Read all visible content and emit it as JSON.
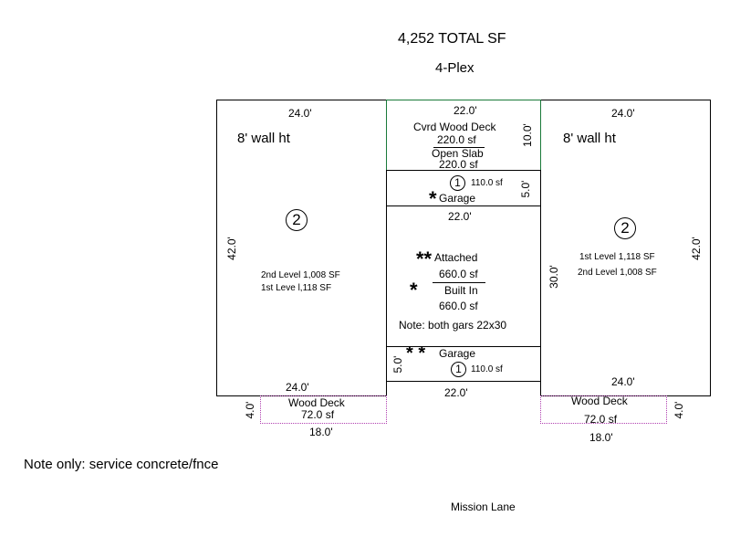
{
  "header": {
    "total": "4,252 TOTAL SF",
    "type": "4-Plex"
  },
  "left_unit": {
    "top_dim": "24.0'",
    "side_dim": "42.0'",
    "bottom_dim": "24.0'",
    "wall": "8' wall ht",
    "unit_no": "2",
    "line1": "2nd Level 1,008 SF",
    "line2": "1st Leve l,118 SF"
  },
  "right_unit": {
    "top_dim": "24.0'",
    "side_dim": "42.0'",
    "bottom_dim": "24.0'",
    "wall": "8' wall ht",
    "unit_no": "2",
    "line1": "1st Level 1,118 SF",
    "line2": "2nd Level 1,008 SF"
  },
  "center": {
    "top_dim": "22.0'",
    "deck_label": "Cvrd Wood Deck",
    "deck_area": "220.0 sf",
    "slab_label": "Open Slab",
    "slab_area": "220.0 sf",
    "deck_side_dim": "10.0'",
    "upper_strip": {
      "unit_no": "1",
      "area": "110.0 sf",
      "asterisk": "*",
      "label": "Garage",
      "side_dim": "5.0'"
    },
    "mid_dim": "22.0'",
    "side_dim": "30.0'",
    "garage_asterisks1": "**",
    "attached": "Attached",
    "area1": "660.0 sf",
    "garage_asterisks2": "*",
    "built_in": "Built In",
    "area2": "660.0 sf",
    "note": "Note: both gars 22x30",
    "lower_strip": {
      "asterisks": "* *",
      "label": "Garage",
      "unit_no": "1",
      "area": "110.0 sf",
      "side_dim": "5.0'"
    },
    "bottom_dim": "22.0'"
  },
  "left_deck": {
    "label": "Wood Deck",
    "area": "72.0 sf",
    "depth": "4.0'",
    "width": "18.0'"
  },
  "right_deck": {
    "label": "Wood Deck",
    "area": "72.0 sf",
    "depth": "4.0'",
    "width": "18.0'"
  },
  "footer": {
    "note": "Note only: service concrete/fnce",
    "street": "Mission Lane"
  },
  "colors": {
    "deck_border": "#b040b0",
    "covered_deck_border": "#1a7a3a",
    "line": "#000000"
  }
}
